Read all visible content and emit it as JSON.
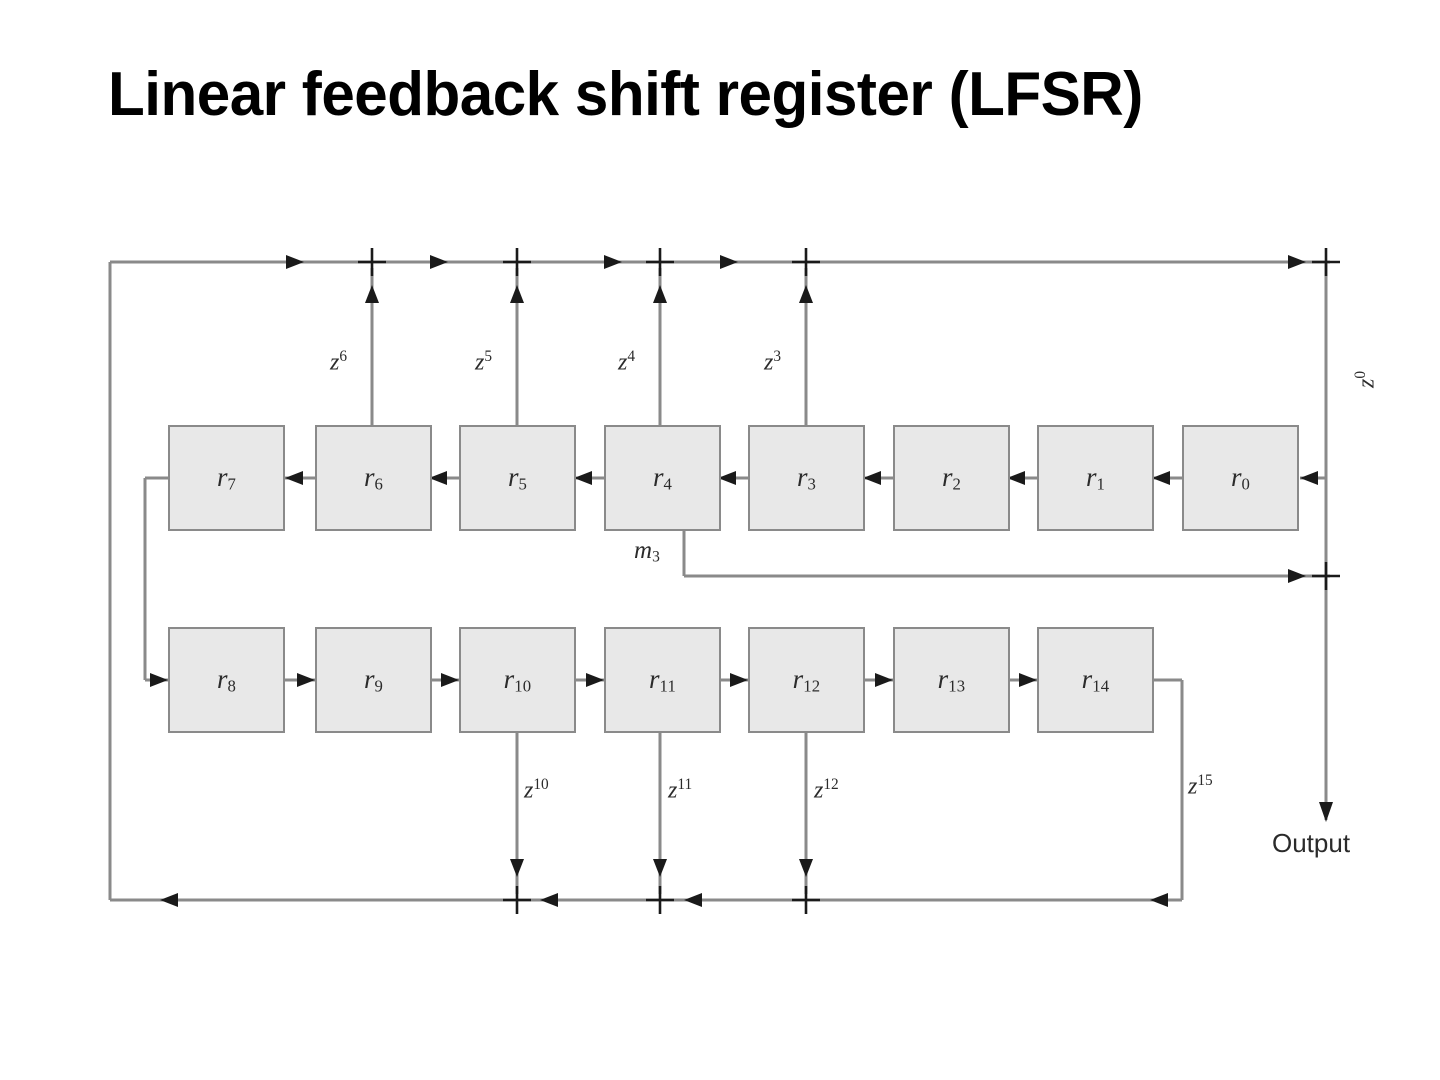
{
  "slide": {
    "title": "Linear feedback shift register (LFSR)",
    "background_color": "#ffffff",
    "title_color": "#000000"
  },
  "diagram": {
    "name": "lfsr-block-diagram",
    "box_fill_color": "#e8e8e8",
    "box_border_color": "#8a8a8a",
    "line_color": "#8a8a8a",
    "arrow_color": "#1a1a1a",
    "top_row": {
      "direction": "right-to-left",
      "registers": [
        {
          "id": "r7",
          "base": "r",
          "index": "7"
        },
        {
          "id": "r6",
          "base": "r",
          "index": "6"
        },
        {
          "id": "r5",
          "base": "r",
          "index": "5"
        },
        {
          "id": "r4",
          "base": "r",
          "index": "4"
        },
        {
          "id": "r3",
          "base": "r",
          "index": "3"
        },
        {
          "id": "r2",
          "base": "r",
          "index": "2"
        },
        {
          "id": "r1",
          "base": "r",
          "index": "1"
        },
        {
          "id": "r0",
          "base": "r",
          "index": "0"
        }
      ]
    },
    "bottom_row": {
      "direction": "left-to-right",
      "registers": [
        {
          "id": "r8",
          "base": "r",
          "index": "8"
        },
        {
          "id": "r9",
          "base": "r",
          "index": "9"
        },
        {
          "id": "r10",
          "base": "r",
          "index": "10"
        },
        {
          "id": "r11",
          "base": "r",
          "index": "11"
        },
        {
          "id": "r12",
          "base": "r",
          "index": "12"
        },
        {
          "id": "r13",
          "base": "r",
          "index": "13"
        },
        {
          "id": "r14",
          "base": "r",
          "index": "14"
        }
      ]
    },
    "top_taps": [
      {
        "id": "tap-z6",
        "base": "z",
        "exponent": "6"
      },
      {
        "id": "tap-z5",
        "base": "z",
        "exponent": "5"
      },
      {
        "id": "tap-z4",
        "base": "z",
        "exponent": "4"
      },
      {
        "id": "tap-z3",
        "base": "z",
        "exponent": "3"
      }
    ],
    "right_tap": {
      "id": "tap-z0",
      "base": "z",
      "exponent": "0"
    },
    "bottom_taps": [
      {
        "id": "tap-z10",
        "base": "z",
        "exponent": "10"
      },
      {
        "id": "tap-z11",
        "base": "z",
        "exponent": "11"
      },
      {
        "id": "tap-z12",
        "base": "z",
        "exponent": "12"
      },
      {
        "id": "tap-z15",
        "base": "z",
        "exponent": "15"
      }
    ],
    "message_tap": {
      "id": "tap-m3",
      "base": "m",
      "index": "3"
    },
    "output_label": "Output",
    "xor_symbol": "+"
  }
}
